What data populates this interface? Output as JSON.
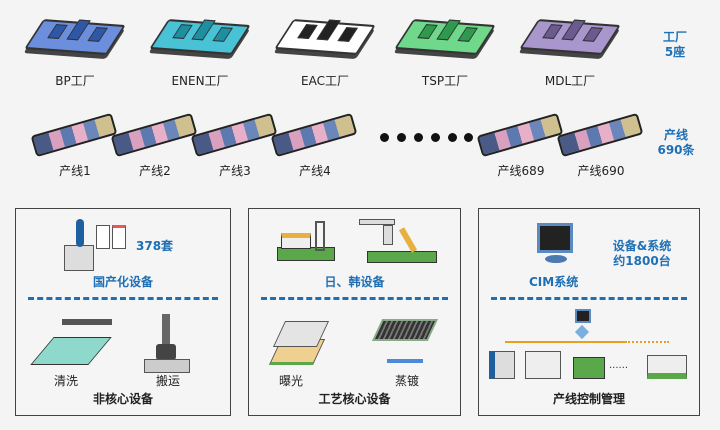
{
  "factories": [
    {
      "label": "BP工厂",
      "color": "#6b8fdc",
      "dark": "#2f57a8"
    },
    {
      "label": "ENEN工厂",
      "color": "#48c2d4",
      "dark": "#1e8fa0"
    },
    {
      "label": "EAC工厂",
      "color": "#ffffff",
      "dark": "#222222"
    },
    {
      "label": "TSP工厂",
      "color": "#6fd88a",
      "dark": "#2e9a4e"
    },
    {
      "label": "MDL工厂",
      "color": "#a896cc",
      "dark": "#6a5a90"
    }
  ],
  "factory_summary": {
    "line1": "工厂",
    "line2": "5座"
  },
  "lines": [
    "产线1",
    "产线2",
    "产线3",
    "产线4",
    "产线689",
    "产线690"
  ],
  "line_summary": {
    "line1": "产线",
    "line2": "690条"
  },
  "panels": {
    "non_core": {
      "title": "非核心设备",
      "top_label": "国产化设备",
      "count": "378套",
      "items": [
        "清洗",
        "搬运"
      ]
    },
    "core": {
      "title": "工艺核心设备",
      "top_label": "日、韩设备",
      "items": [
        "曝光",
        "蒸镀"
      ]
    },
    "control": {
      "title": "产线控制管理",
      "top_label": "CIM系统",
      "count_line1": "设备&系统",
      "count_line2": "约1800台"
    }
  },
  "colors": {
    "accent": "#1f6fb5",
    "orange": "#e8a020",
    "green": "#5aa84a"
  }
}
